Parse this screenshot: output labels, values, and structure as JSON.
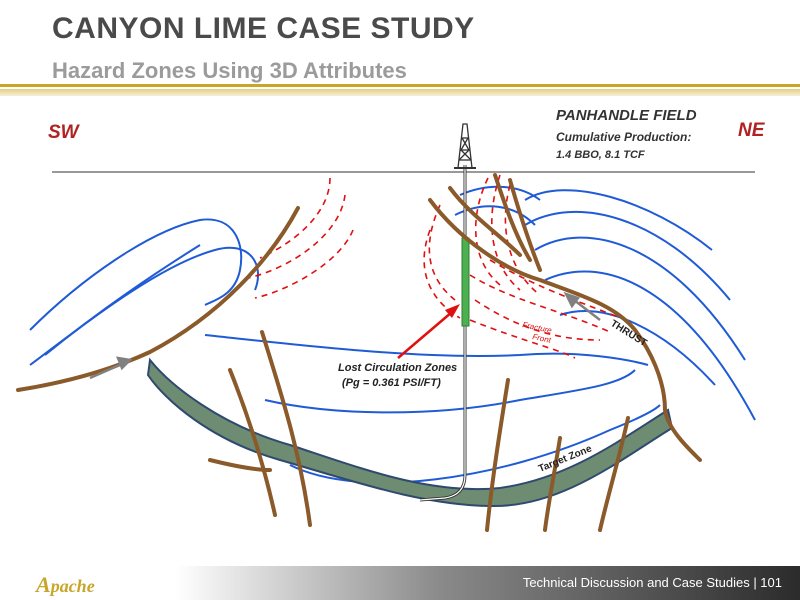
{
  "slide": {
    "title": "CANYON LIME CASE STUDY",
    "subtitle": "Hazard Zones Using 3D Attributes",
    "footer_text": "Technical Discussion and Case Studies | 101",
    "logo_text": "Apache"
  },
  "diagram": {
    "left_label": "SW",
    "right_label": "NE",
    "field_name": "PANHANDLE FIELD",
    "cum_prod_label": "Cumulative Production:",
    "cum_prod_value": "1.4 BBO, 8.1 TCF",
    "lost_circ_line1": "Lost Circulation Zones",
    "lost_circ_line2": "(Pg = 0.361 PSI/FT)",
    "fracture_line1": "Fracture",
    "fracture_line2": "Front",
    "thrust_label": "THRUST",
    "target_label": "Target Zone"
  },
  "colors": {
    "title": "#4a4a4a",
    "subtitle": "#9b9b9b",
    "accent_gold": "#c9a62a",
    "label_red": "#b22222",
    "fault_brown": "#8b5a2b",
    "horizon_blue": "#1f5bd6",
    "hazard_red": "#e01010",
    "target_fill": "#6e8c72",
    "lost_circ_green": "#4caf50"
  }
}
